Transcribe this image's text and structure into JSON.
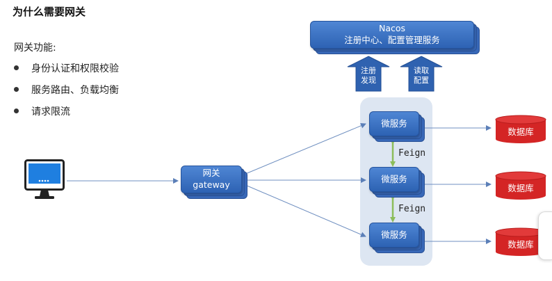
{
  "page": {
    "title": "为什么需要网关",
    "intro": "网关功能:",
    "bullets": [
      "身份认证和权限校验",
      "服务路由、负载均衡",
      "请求限流"
    ]
  },
  "nodes": {
    "nacos_title": "Nacos",
    "nacos_subtitle": "注册中心、配置管理服务",
    "gateway_line1": "网关",
    "gateway_line2": "gateway",
    "microservice": "微服务",
    "database": "数据库",
    "feign": "Feign",
    "register_line1": "注册",
    "register_line2": "发现",
    "read_config_line1": "读取",
    "read_config_line2": "配置"
  },
  "colors": {
    "box_blue": "#2d62b3",
    "arrow_blue": "#2f62b0",
    "line_blue": "#6f8fc0",
    "feign_green": "#8cbd5a",
    "db_red": "#d42525",
    "service_panel": "#dde6f2",
    "monitor_blue": "#1f7fe0"
  },
  "icons": {
    "client": "computer-monitor-icon",
    "database": "database-cylinder-icon"
  }
}
